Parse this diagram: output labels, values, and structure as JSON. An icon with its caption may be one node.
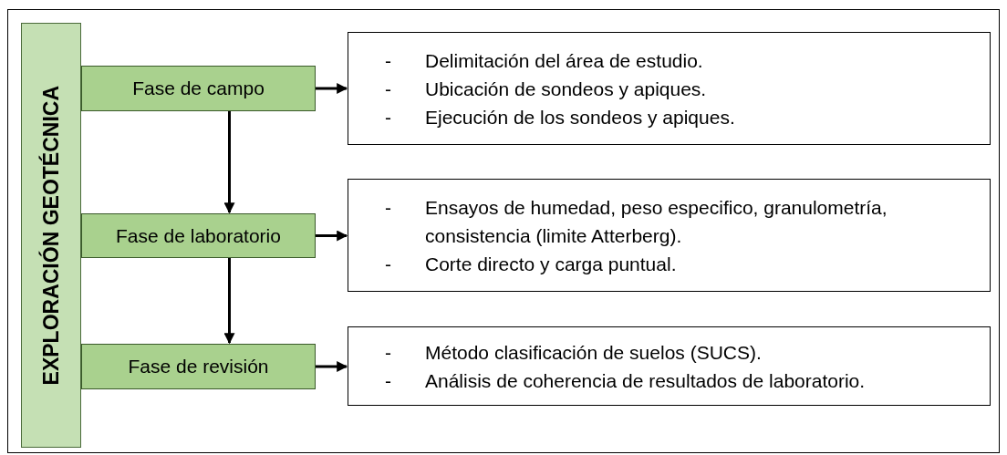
{
  "diagram": {
    "nodes": [
      {
        "text": [
          "EXPLORACIÓN GEOTÉCNICA"
        ]
      },
      {
        "text": [
          "Fase de campo"
        ]
      },
      {
        "text": [
          "Delimitación del área de estudio.",
          "Ubicación de sondeos y apiques.",
          "Ejecución de los sondeos y apiques."
        ]
      },
      {
        "text": [
          "Fase de laboratorio"
        ]
      },
      {
        "text": [
          "Ensayos de humedad, peso especifico, granulometría, consistencia (limite Atterberg).",
          "Corte directo y carga puntual."
        ]
      },
      {
        "text": [
          "Fase de revisión"
        ]
      },
      {
        "text": [
          "Método clasificación de suelos (SUCS).",
          "Análisis de coherencia de resultados de laboratorio."
        ]
      }
    ],
    "edges": [
      {
        "from": 1,
        "to": 2,
        "arrow": "to"
      },
      {
        "from": 1,
        "to": 3,
        "arrow": "to"
      },
      {
        "from": 3,
        "to": 4,
        "arrow": "to"
      },
      {
        "from": 3,
        "to": 5,
        "arrow": "to"
      },
      {
        "from": 5,
        "to": 6,
        "arrow": "to"
      }
    ],
    "labels": [
      "-",
      "-",
      "-",
      "-",
      "-",
      "-",
      "-"
    ]
  }
}
